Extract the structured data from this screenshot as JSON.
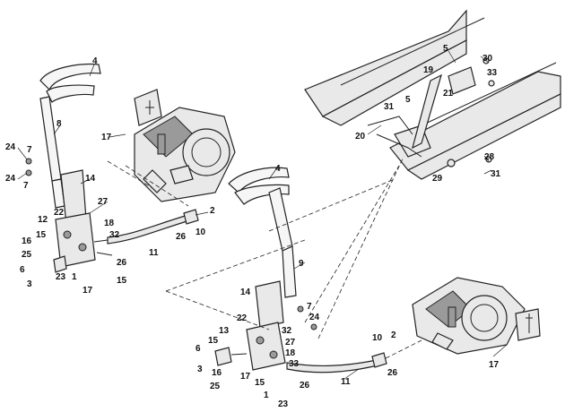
{
  "diagram": {
    "callouts": [
      {
        "id": "c-4a",
        "text": "4"
      },
      {
        "id": "c-8",
        "text": "8"
      },
      {
        "id": "c-24a",
        "text": "24"
      },
      {
        "id": "c-7a",
        "text": "7"
      },
      {
        "id": "c-24b",
        "text": "24"
      },
      {
        "id": "c-7b",
        "text": "7"
      },
      {
        "id": "c-14a",
        "text": "14"
      },
      {
        "id": "c-27a",
        "text": "27"
      },
      {
        "id": "c-22a",
        "text": "22"
      },
      {
        "id": "c-12",
        "text": "12"
      },
      {
        "id": "c-18a",
        "text": "18"
      },
      {
        "id": "c-16a",
        "text": "16"
      },
      {
        "id": "c-15a",
        "text": "15"
      },
      {
        "id": "c-32a",
        "text": "32"
      },
      {
        "id": "c-25a",
        "text": "25"
      },
      {
        "id": "c-26a",
        "text": "26"
      },
      {
        "id": "c-6a",
        "text": "6"
      },
      {
        "id": "c-23a",
        "text": "23"
      },
      {
        "id": "c-3a",
        "text": "3"
      },
      {
        "id": "c-1a",
        "text": "1"
      },
      {
        "id": "c-17a",
        "text": "17"
      },
      {
        "id": "c-15b",
        "text": "15"
      },
      {
        "id": "c-11a",
        "text": "11"
      },
      {
        "id": "c-26b",
        "text": "26"
      },
      {
        "id": "c-10a",
        "text": "10"
      },
      {
        "id": "c-2a",
        "text": "2"
      },
      {
        "id": "c-17b",
        "text": "17"
      },
      {
        "id": "c-5a",
        "text": "5"
      },
      {
        "id": "c-30",
        "text": "30"
      },
      {
        "id": "c-19",
        "text": "19"
      },
      {
        "id": "c-33a",
        "text": "33"
      },
      {
        "id": "c-21",
        "text": "21"
      },
      {
        "id": "c-5b",
        "text": "5"
      },
      {
        "id": "c-31a",
        "text": "31"
      },
      {
        "id": "c-20",
        "text": "20"
      },
      {
        "id": "c-28",
        "text": "28"
      },
      {
        "id": "c-29",
        "text": "29"
      },
      {
        "id": "c-31b",
        "text": "31"
      },
      {
        "id": "c-4b",
        "text": "4"
      },
      {
        "id": "c-9",
        "text": "9"
      },
      {
        "id": "c-14b",
        "text": "14"
      },
      {
        "id": "c-7c",
        "text": "7"
      },
      {
        "id": "c-24c",
        "text": "24"
      },
      {
        "id": "c-22b",
        "text": "22"
      },
      {
        "id": "c-13",
        "text": "13"
      },
      {
        "id": "c-15c",
        "text": "15"
      },
      {
        "id": "c-32b",
        "text": "32"
      },
      {
        "id": "c-6b",
        "text": "6"
      },
      {
        "id": "c-27b",
        "text": "27"
      },
      {
        "id": "c-18b",
        "text": "18"
      },
      {
        "id": "c-3b",
        "text": "3"
      },
      {
        "id": "c-16b",
        "text": "16"
      },
      {
        "id": "c-33b",
        "text": "33"
      },
      {
        "id": "c-17c",
        "text": "17"
      },
      {
        "id": "c-25b",
        "text": "25"
      },
      {
        "id": "c-15d",
        "text": "15"
      },
      {
        "id": "c-26c",
        "text": "26"
      },
      {
        "id": "c-1b",
        "text": "1"
      },
      {
        "id": "c-23b",
        "text": "23"
      },
      {
        "id": "c-11b",
        "text": "11"
      },
      {
        "id": "c-10b",
        "text": "10"
      },
      {
        "id": "c-2b",
        "text": "2"
      },
      {
        "id": "c-26d",
        "text": "26"
      },
      {
        "id": "c-17d",
        "text": "17"
      }
    ]
  }
}
